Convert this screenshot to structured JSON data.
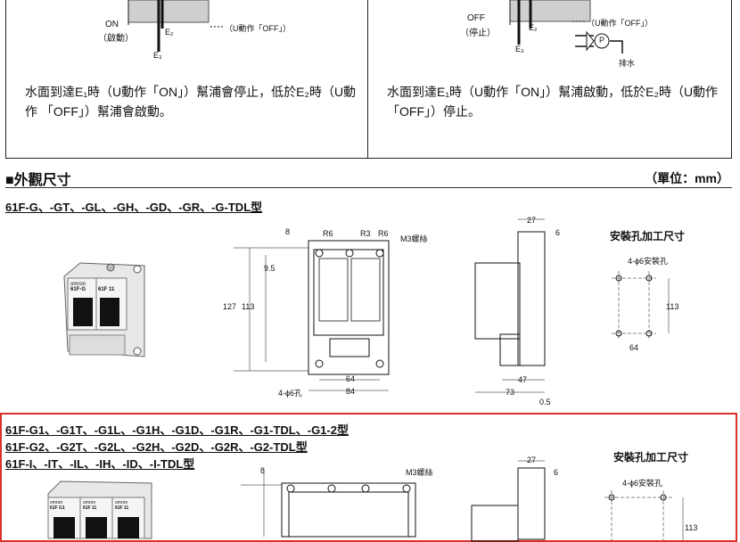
{
  "top_left": {
    "on_label": "ON",
    "on_sub": "（啟動）",
    "e2": "E₂",
    "e3": "E₃",
    "u_off": "（U動作「OFF」）",
    "desc_line1": "水面到達E₁時（U動作「ON」）幫浦會停止，低於E₂時（U動",
    "desc_line2": "作 「OFF」）幫浦會啟動。"
  },
  "top_right": {
    "off_label": "OFF",
    "off_sub": "（停止）",
    "e2": "E₂",
    "e3": "E₃",
    "u_off": "（U動作「OFF」）",
    "pump_p": "P",
    "drain": "排水",
    "desc_line1": "水面到達E₁時（U動作「ON」）幫浦啟動，低於E₂時（U動作",
    "desc_line2": "「OFF」）停止。"
  },
  "section": {
    "title": "■外觀尺寸",
    "unit": "（單位：mm）"
  },
  "group1": {
    "models": "61F-G、-GT、-GL、-GH、-GD、-GR、-G-TDL型",
    "device_labels": [
      "omron",
      "61F-G",
      "61F 11"
    ],
    "front": {
      "r6a": "R6",
      "r3": "R3",
      "r6b": "R6",
      "m3": "M3螺絲",
      "d8": "8",
      "d95": "9.5",
      "d127": "127",
      "d113": "113",
      "d64": "64",
      "d84": "84",
      "hole": "4-ϕ6孔"
    },
    "side": {
      "d27": "27",
      "d6": "6",
      "d47": "47",
      "d73": "73",
      "d05": "0.5"
    },
    "mount": {
      "title": "安裝孔加工尺寸",
      "holes": "4-ϕ6安裝孔",
      "d113": "113",
      "d64": "64"
    }
  },
  "group2": {
    "models_line1": "61F-G1、-G1T、-G1L、-G1H、-G1D、-G1R、-G1-TDL、-G1-2型",
    "models_line2": "61F-G2、-G2T、-G2L、-G2H、-G2D、-G2R、-G2-TDL型",
    "models_line3": "61F-I、-IT、-IL、-IH、-ID、-I-TDL型",
    "device_labels": [
      "omron",
      "61F G1",
      "omron",
      "61F 11",
      "omron",
      "61F 11"
    ],
    "front": {
      "d8": "8",
      "m3": "M3螺絲"
    },
    "side": {
      "d27": "27",
      "d6": "6"
    },
    "mount": {
      "title": "安裝孔加工尺寸",
      "holes": "4-ϕ6安裝孔",
      "d113": "113"
    }
  },
  "colors": {
    "frame": "#222222",
    "highlight": "#d9322b",
    "water": "#cfcfcf"
  }
}
